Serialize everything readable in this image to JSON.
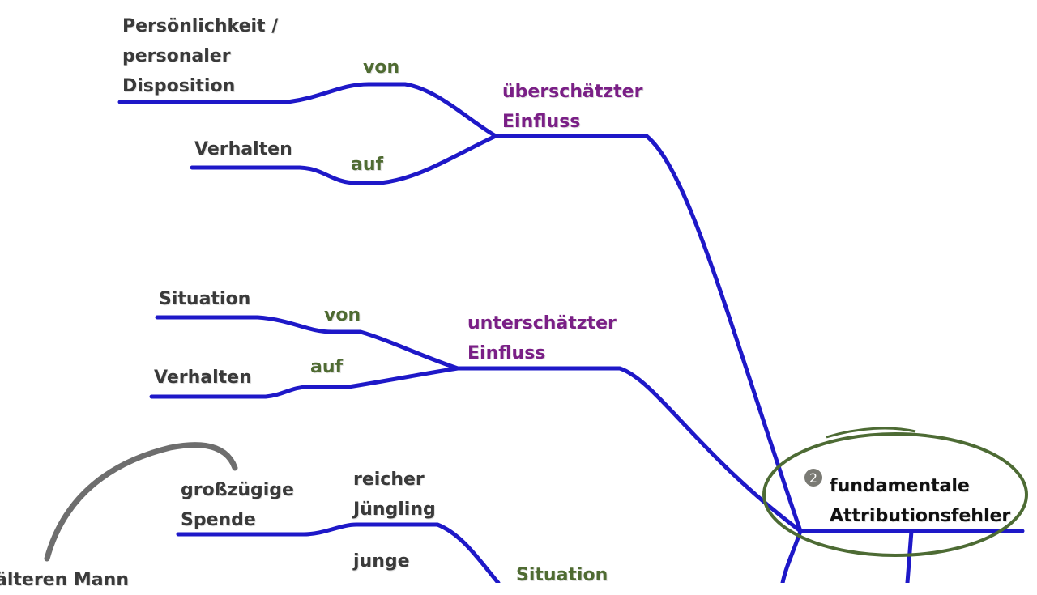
{
  "colors": {
    "branch": "#1e18c8",
    "connector_text": "#4f6b32",
    "node_text": "#7a1f86",
    "leaf_text": "#3a3a3a",
    "center_outline": "#4d6b34",
    "arrow": "#6e6e6e"
  },
  "mindmap": {
    "center": {
      "marker": "2",
      "lines": [
        "fundamentale",
        "Attributionsfehler"
      ]
    },
    "branch_overestimated": {
      "label_lines": [
        "überschätzter",
        "Einfluss"
      ],
      "leaf_top_lines": [
        "Persönlichkeit /",
        "personaler",
        "Disposition"
      ],
      "connector_top": "von",
      "leaf_bottom": "Verhalten",
      "connector_bottom": "auf"
    },
    "branch_underestimated": {
      "label_lines": [
        "unterschätzter",
        "Einfluss"
      ],
      "leaf_top": "Situation",
      "connector_top": "von",
      "leaf_bottom": "Verhalten",
      "connector_bottom": "auf"
    },
    "branch_example": {
      "label": "Situation",
      "leaf_top_lines": [
        "großzügige",
        "Spende"
      ],
      "sub_top_lines": [
        "reicher",
        "Jüngling"
      ],
      "sub_bottom_line": "junge",
      "leaf_cut": "älteren Mann"
    }
  }
}
